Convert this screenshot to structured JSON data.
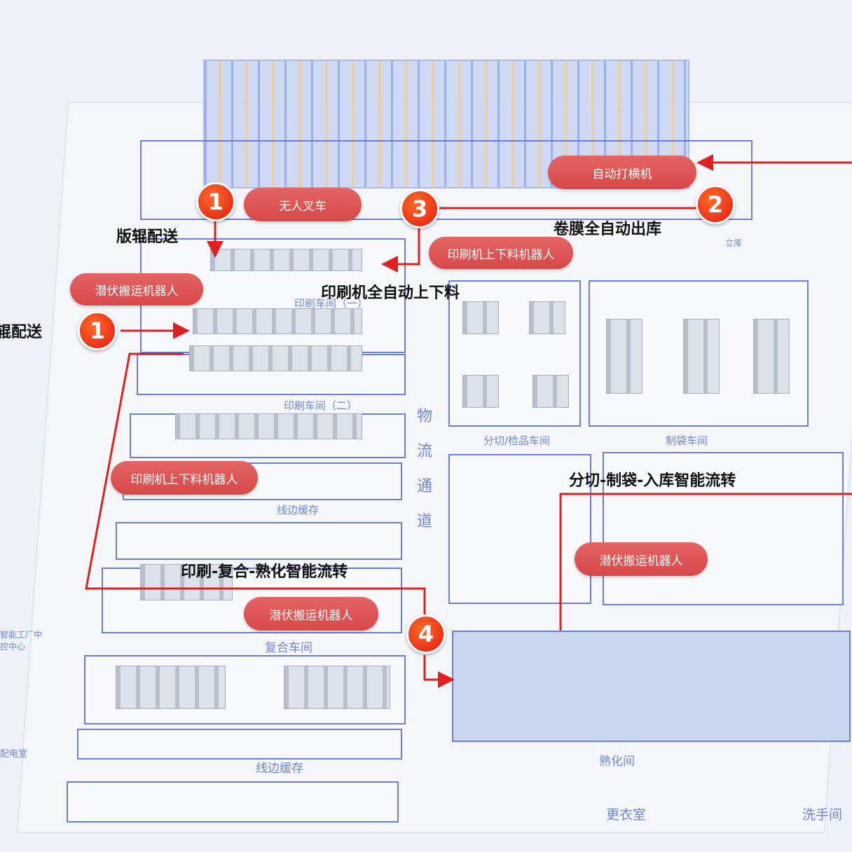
{
  "captions": {
    "roller_delivery": "版辊配送",
    "roller_delivery_partial": "辊配送",
    "film_outbound": "卷膜全自动出库",
    "printer_auto_loading": "印刷机全自动上下料",
    "slit_bag_flow": "分切-制袋-入库智能流转",
    "print_laminate_flow": "印刷-复合-熟化智能流转"
  },
  "pills": {
    "agv_forklift": "无人叉车",
    "auto_crosser": "自动打横机",
    "printer_robot_1": "印刷机上下料机器人",
    "latent_robot_1": "潜伏搬运机器人",
    "printer_robot_2": "印刷机上下料机器人",
    "latent_robot_2": "潜伏搬运机器人",
    "latent_robot_3": "潜伏搬运机器人"
  },
  "markers": {
    "m1a": "1",
    "m2": "2",
    "m3": "3",
    "m1b": "1",
    "m4": "4"
  },
  "zones": {
    "print1": "印刷车间（一）",
    "print2": "印刷车间（二）",
    "line_buffer_1": "线边缓存",
    "line_buffer_2": "线边缓存",
    "logistics": "物流通道",
    "slitting": "分切/检品车间",
    "bagmaking": "制袋车间",
    "laminating": "复合车间",
    "curing": "熟化间",
    "locker": "更衣室",
    "washroom": "洗手间",
    "warehouse": "立库",
    "control": "智能工厂中控中心",
    "power": "配电室"
  },
  "colors": {
    "accent": "#e02020",
    "zone_border": "#6b7fd0"
  }
}
